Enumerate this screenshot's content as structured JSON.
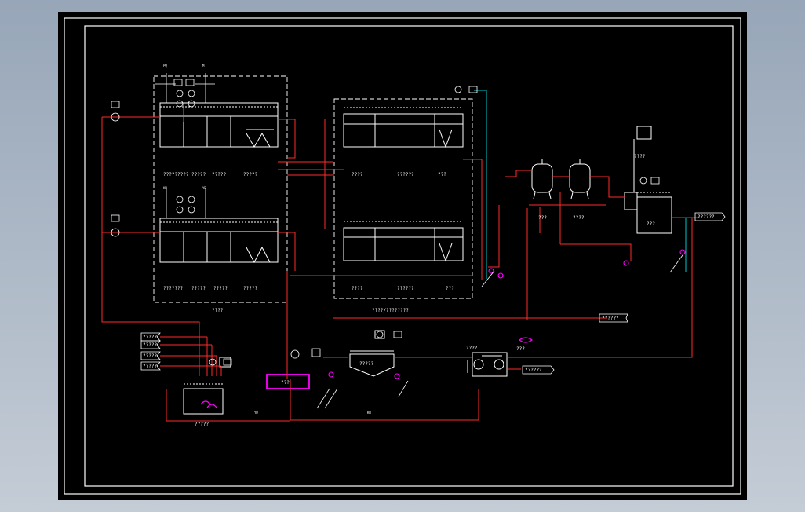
{
  "colors": {
    "background": "#000000",
    "frame": "#ffffff",
    "pipe_main": "#ff2a2a",
    "pipe_return": "#ff3355",
    "pipe_chemical": "#ff00ff",
    "pipe_air": "#00c8c8",
    "equipment": "#ffffff",
    "label": "#ffffff"
  },
  "diagram": {
    "nodes": [
      {
        "id": "bio-tank-upper",
        "label": "????????"
      },
      {
        "id": "bio-tank-lower",
        "label": "????????"
      },
      {
        "id": "mbr-tank-upper",
        "label": "????"
      },
      {
        "id": "mbr-tank-lower",
        "label": "????"
      },
      {
        "id": "filter-1",
        "label": ""
      },
      {
        "id": "filter-2",
        "label": ""
      },
      {
        "id": "clear-tank",
        "label": "???"
      },
      {
        "id": "regulating-tank",
        "label": "?????"
      },
      {
        "id": "sludge-tank",
        "label": "???"
      },
      {
        "id": "sludge-thickener",
        "label": "?????"
      },
      {
        "id": "dewatering",
        "label": "???"
      }
    ],
    "edges": [
      {
        "from": "regulating-tank",
        "to": "bio-tank-upper"
      },
      {
        "from": "regulating-tank",
        "to": "bio-tank-lower"
      },
      {
        "from": "bio-tank-upper",
        "to": "mbr-tank-upper"
      },
      {
        "from": "bio-tank-lower",
        "to": "mbr-tank-lower"
      },
      {
        "from": "mbr-tank-upper",
        "to": "filter-1"
      },
      {
        "from": "filter-1",
        "to": "filter-2"
      },
      {
        "from": "filter-2",
        "to": "clear-tank"
      },
      {
        "from": "bio-tank-lower",
        "to": "sludge-tank"
      },
      {
        "from": "sludge-tank",
        "to": "sludge-thickener"
      },
      {
        "from": "sludge-thickener",
        "to": "dewatering"
      },
      {
        "from": "dewatering",
        "to": "regulating-tank"
      }
    ]
  },
  "labels": {
    "bio_upper_row": [
      "?????????",
      "?????",
      "?????",
      "?????"
    ],
    "bio_lower_row": [
      "???????",
      "?????",
      "?????",
      "?????"
    ],
    "mbr_upper_row": [
      "????",
      "??????",
      "???"
    ],
    "mbr_lower_row": [
      "????",
      "??????",
      "???"
    ],
    "bio_group_caption": "????",
    "mbr_group_caption": "????/????????",
    "filter_caption": "????",
    "side_note": "???",
    "side_note_2": "????",
    "clear_tank_caption": "???",
    "outlet_arrow": "??????",
    "reuse_arrow": "??????",
    "discharge_arrow": "??????",
    "inlets": [
      "?????",
      "?????",
      "?????",
      "?????"
    ],
    "pipe_code": "????",
    "dewater_caption": "???",
    "valve_tags": [
      "PQ",
      "M",
      "KW",
      "YD",
      "YD",
      "KW"
    ]
  }
}
